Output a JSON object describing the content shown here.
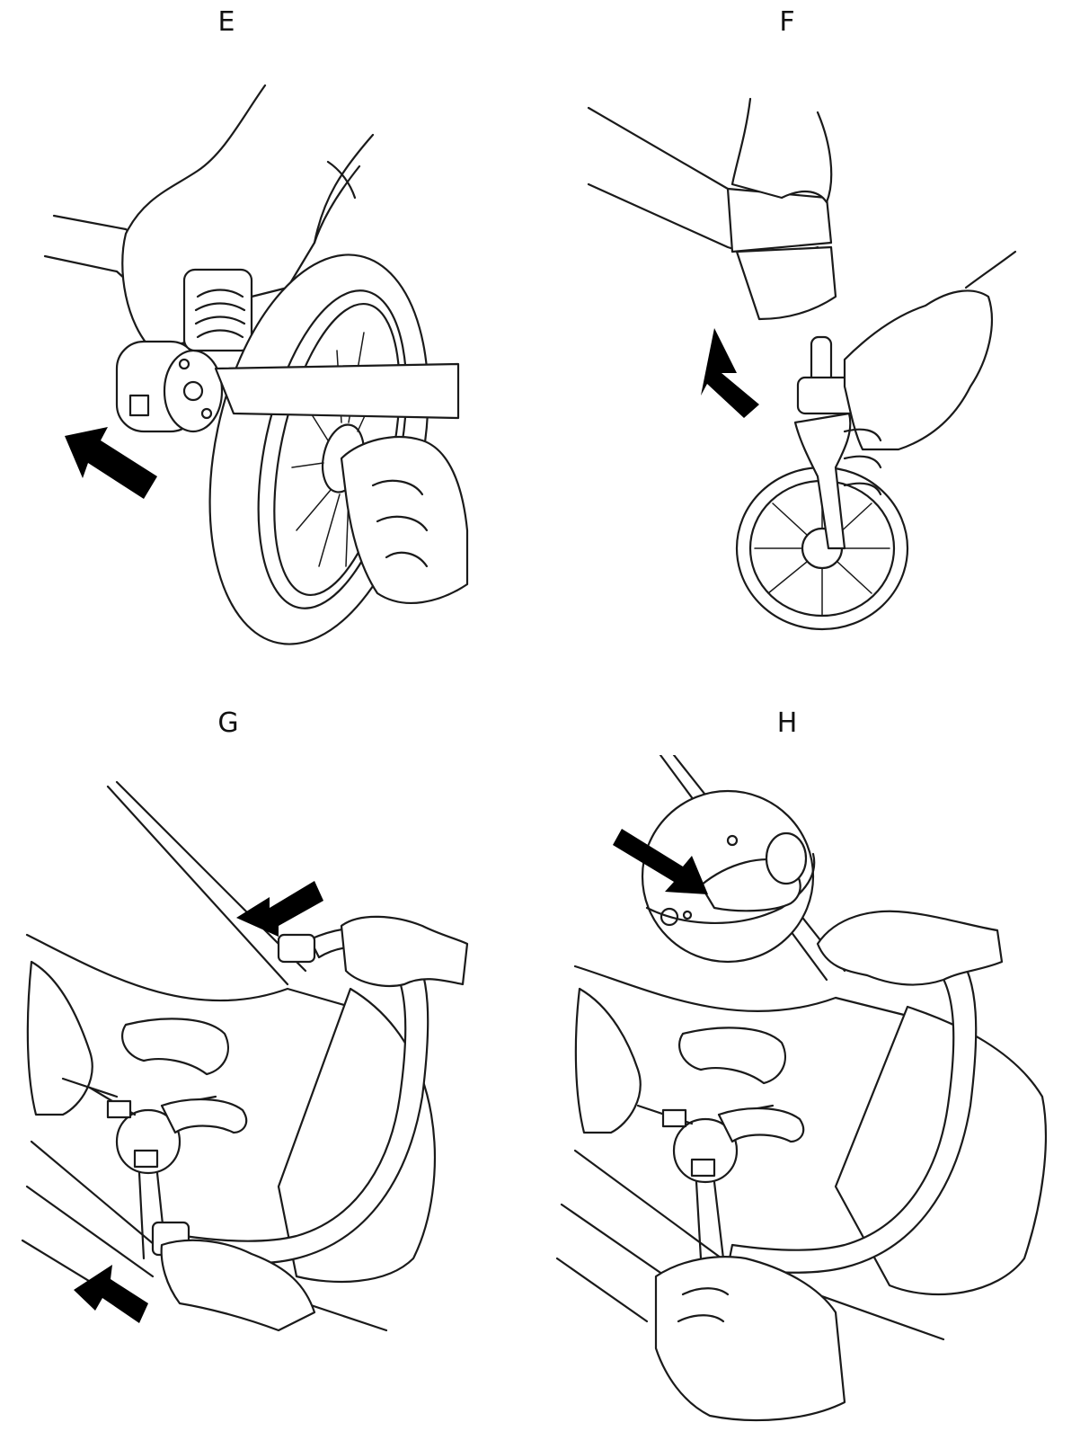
{
  "panels": [
    {
      "id": "E",
      "label": "E"
    },
    {
      "id": "F",
      "label": "F"
    },
    {
      "id": "G",
      "label": "G"
    },
    {
      "id": "H",
      "label": "H"
    }
  ]
}
